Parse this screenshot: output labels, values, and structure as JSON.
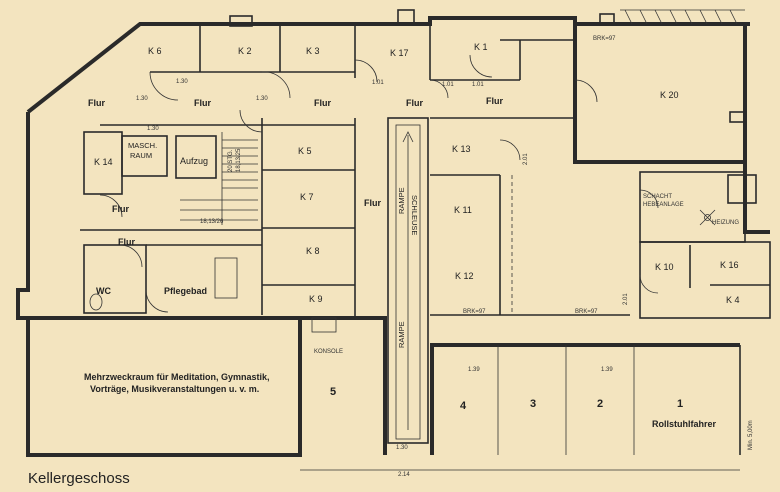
{
  "plan": {
    "title": "Kellergeschoss",
    "rooms": {
      "k6": "K 6",
      "k2": "K 2",
      "k3": "K 3",
      "k17": "K 17",
      "k1": "K 1",
      "k20": "K 20",
      "k14": "K 14",
      "k5": "K 5",
      "k7": "K 7",
      "k8": "K 8",
      "k9": "K 9",
      "k13": "K 13",
      "k11": "K 11",
      "k12": "K 12",
      "k10": "K 10",
      "k16": "K 16",
      "k4": "K 4",
      "masch": [
        "MASCH.",
        "RAUM"
      ],
      "aufzug": "Aufzug",
      "wc": "WC",
      "pflegebad": "Pflegebad",
      "schacht": [
        "SCHACHT",
        "HEBEANLAGE"
      ],
      "heizung": "HEIZUNG",
      "konsole": "KONSOLE",
      "mehrzweck": [
        "Mehrzweckraum für Meditation, Gymnastik,",
        "Vorträge, Musikveranstaltungen u. v. m."
      ],
      "rollstuhl": "Rollstuhlfahrer"
    },
    "flur": [
      "Flur",
      "Flur",
      "Flur",
      "Flur",
      "Flur",
      "Flur",
      "Flur",
      "Flur"
    ],
    "ramps": {
      "schleuse": "SCHLEUSE",
      "rampe_upper": "RAMPE",
      "rampe_lower": "RAMPE"
    },
    "parking": [
      "5",
      "4",
      "3",
      "2",
      "1"
    ],
    "annotations": {
      "t130": "1.30",
      "t101": "1.01",
      "t201": "2.01",
      "t139": "1.39",
      "t214": "2.14",
      "brk97": "BRK=97",
      "stair_a": "20 STG.",
      "stair_b": "18,13/25",
      "stair_c": "18,13/26",
      "min_width": "Min. 5,00m"
    }
  },
  "colors": {
    "paper": "#f3e4bf",
    "ink": "#2a2a2a"
  }
}
